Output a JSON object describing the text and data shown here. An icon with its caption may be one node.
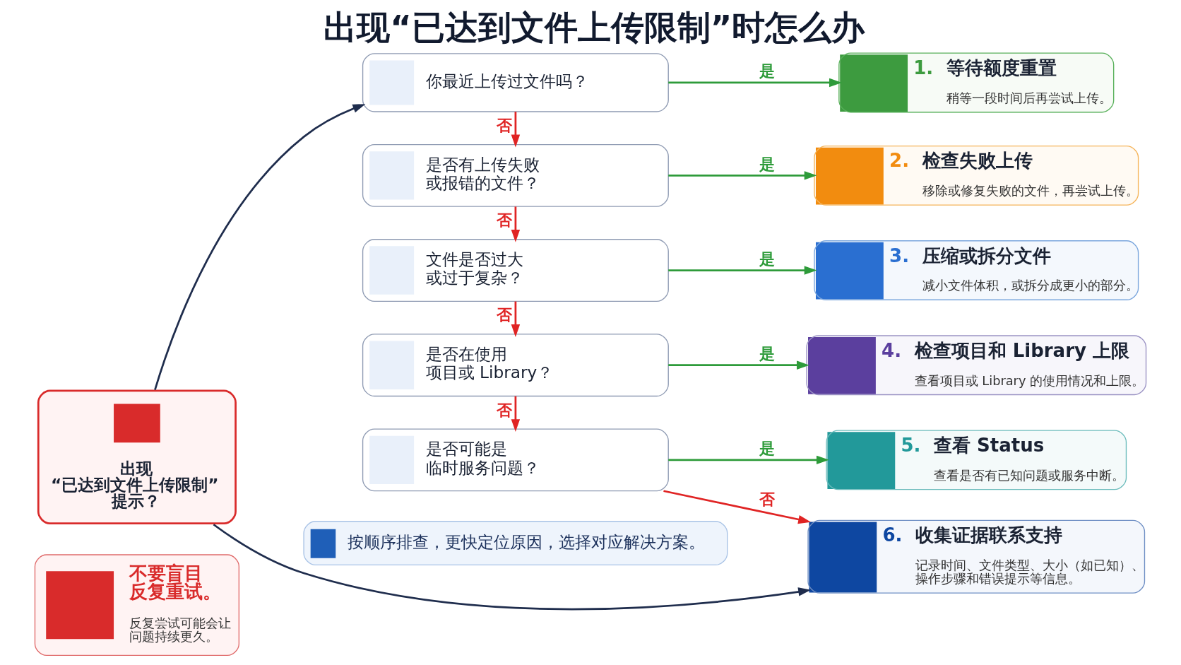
{
  "diagram": {
    "title": "出现“已达到文件上传限制”时怎么办",
    "nodes": [
      {
        "text": [
          "出现“已达到文件上传限制”提示？"
        ]
      },
      {
        "text": [
          "你最近上传过文件吗？"
        ]
      },
      {
        "text": [
          "是否有上传失败或报错的文件？"
        ]
      },
      {
        "text": [
          "文件是否过大或过于复杂？"
        ]
      },
      {
        "text": [
          "是否在使用项目或 Library？"
        ]
      },
      {
        "text": [
          "是否可能是临时服务问题？"
        ]
      },
      {
        "text": [
          "1.",
          "等待额度重置",
          "稍等一段时间后再尝试上传。"
        ]
      },
      {
        "text": [
          "2.",
          "检查失败上传",
          "移除或修复失败的文件，再尝试上传。"
        ]
      },
      {
        "text": [
          "3.",
          "压缩或拆分文件",
          "减小文件体积，或拆分成更小的部分。"
        ]
      },
      {
        "text": [
          "4.",
          "检查项目和 Library 上限",
          "查看项目或 Library 的使用情况和上限。"
        ]
      },
      {
        "text": [
          "5.",
          "查看 Status",
          "查看是否有已知问题或服务中断。"
        ]
      },
      {
        "text": [
          "6.",
          "收集证据联系支持",
          "记录时间、文件类型、大小（如已知）、操作步骤和错误提示等信息。"
        ]
      },
      {
        "text": [
          "不要盲目反复重试。",
          "反复尝试可能会让问题持续更久。"
        ]
      },
      {
        "text": [
          "按顺序排查，更快定位原因，选择对应解决方案。"
        ]
      }
    ],
    "edges": [
      {
        "from": 0,
        "to": 1,
        "arrow": "to",
        "color": "#1f2d4d"
      },
      {
        "from": 0,
        "to": 11,
        "arrow": "to",
        "color": "#1f2d4d"
      },
      {
        "from": 1,
        "to": 6,
        "arrow": "to",
        "label": "是"
      },
      {
        "from": 1,
        "to": 2,
        "arrow": "to",
        "label": "否",
        "color": "#e02424"
      },
      {
        "from": 2,
        "to": 7,
        "arrow": "to",
        "label": "是"
      },
      {
        "from": 2,
        "to": 3,
        "arrow": "to",
        "label": "否",
        "color": "#e02424"
      },
      {
        "from": 3,
        "to": 8,
        "arrow": "to",
        "label": "是"
      },
      {
        "from": 3,
        "to": 4,
        "arrow": "to",
        "label": "否",
        "color": "#e02424"
      },
      {
        "from": 4,
        "to": 9,
        "arrow": "to",
        "label": "是"
      },
      {
        "from": 4,
        "to": 5,
        "arrow": "to",
        "label": "否",
        "color": "#e02424"
      },
      {
        "from": 5,
        "to": 10,
        "arrow": "to",
        "label": "是"
      },
      {
        "from": 5,
        "to": 11,
        "arrow": "to",
        "label": "否",
        "color": "#e02424"
      }
    ]
  }
}
